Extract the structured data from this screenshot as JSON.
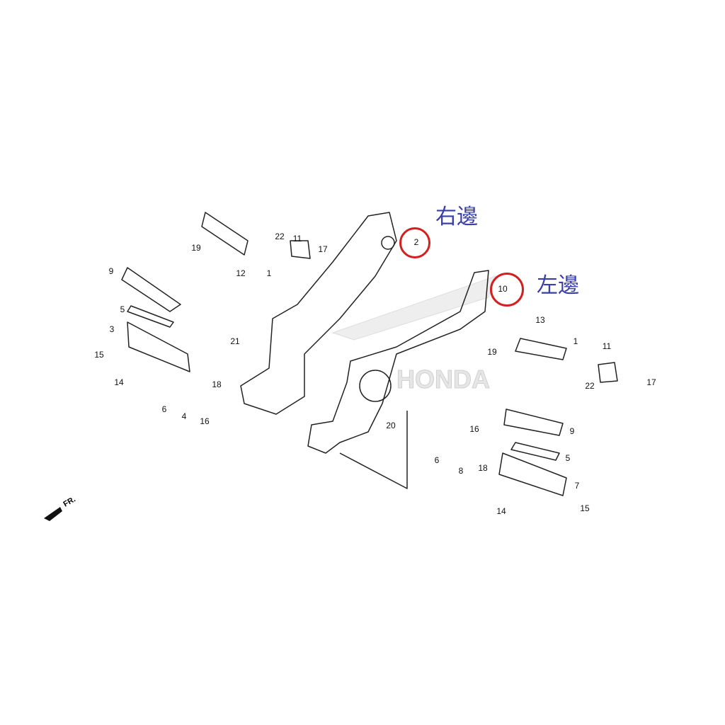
{
  "annotations": {
    "right_side": "右邊",
    "left_side": "左邊",
    "highlight_color": "#d21f1f",
    "annotation_color": "#3a3fa8"
  },
  "direction_marker": "FR.",
  "watermark": "HONDA",
  "callouts": [
    {
      "id": "c1",
      "text": "19"
    },
    {
      "id": "c2",
      "text": "12"
    },
    {
      "id": "c3",
      "text": "22"
    },
    {
      "id": "c4",
      "text": "1"
    },
    {
      "id": "c5",
      "text": "11"
    },
    {
      "id": "c6",
      "text": "17"
    },
    {
      "id": "c7",
      "text": "9"
    },
    {
      "id": "c8",
      "text": "5"
    },
    {
      "id": "c9",
      "text": "3"
    },
    {
      "id": "c10",
      "text": "15"
    },
    {
      "id": "c11",
      "text": "14"
    },
    {
      "id": "c12",
      "text": "6"
    },
    {
      "id": "c13",
      "text": "4"
    },
    {
      "id": "c14",
      "text": "18"
    },
    {
      "id": "c15",
      "text": "16"
    },
    {
      "id": "c16",
      "text": "21"
    },
    {
      "id": "c17",
      "text": "2",
      "highlighted": true
    },
    {
      "id": "c18",
      "text": "10",
      "highlighted": true
    },
    {
      "id": "c19",
      "text": "13"
    },
    {
      "id": "c20",
      "text": "19"
    },
    {
      "id": "c21",
      "text": "1"
    },
    {
      "id": "c22",
      "text": "11"
    },
    {
      "id": "c23",
      "text": "22"
    },
    {
      "id": "c24",
      "text": "17"
    },
    {
      "id": "c25",
      "text": "20"
    },
    {
      "id": "c26",
      "text": "6"
    },
    {
      "id": "c27",
      "text": "8"
    },
    {
      "id": "c28",
      "text": "16"
    },
    {
      "id": "c29",
      "text": "18"
    },
    {
      "id": "c30",
      "text": "9"
    },
    {
      "id": "c31",
      "text": "5"
    },
    {
      "id": "c32",
      "text": "7"
    },
    {
      "id": "c33",
      "text": "14"
    },
    {
      "id": "c34",
      "text": "15"
    }
  ]
}
